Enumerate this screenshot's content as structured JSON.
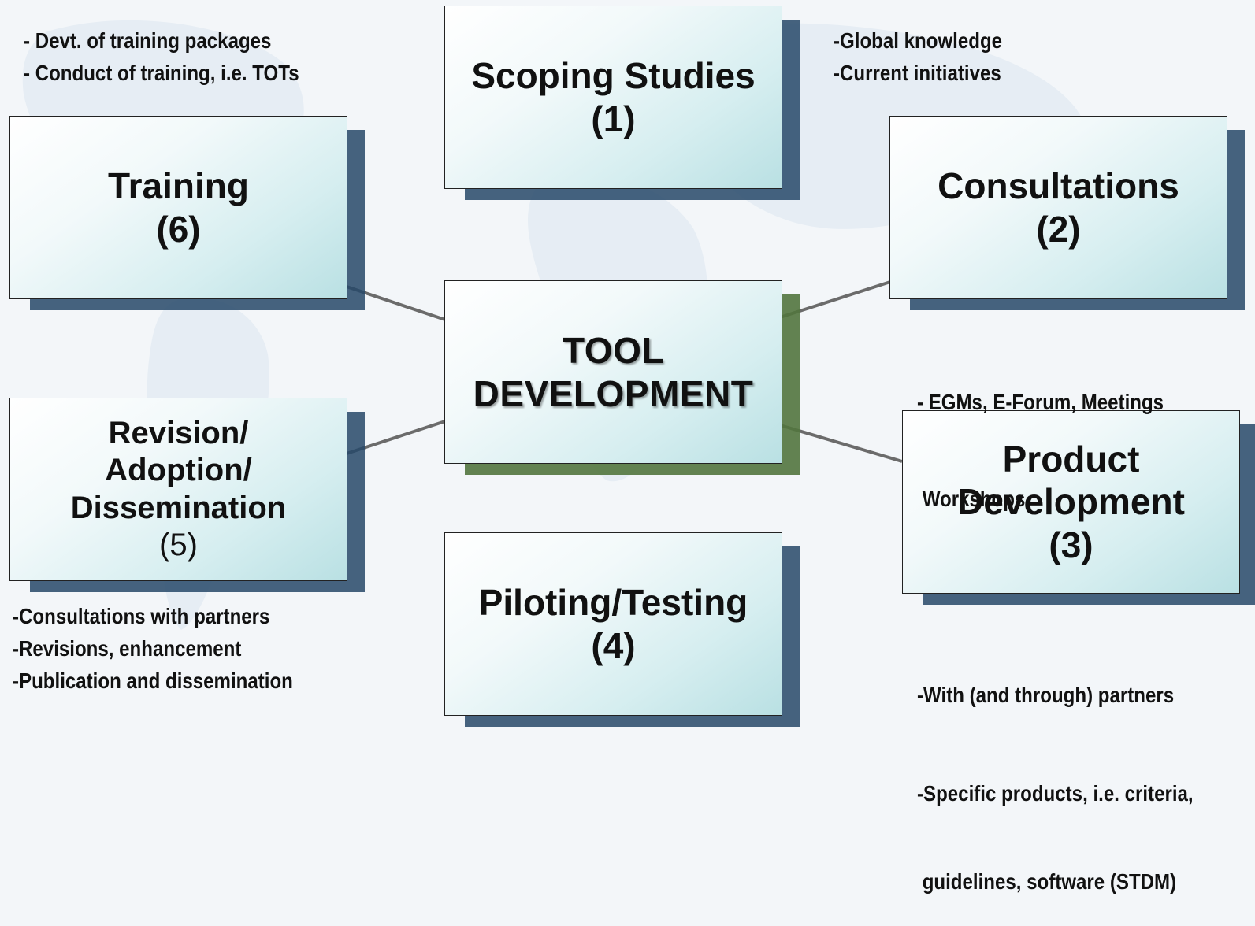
{
  "center": {
    "line1": "TOOL",
    "line2": "DEVELOPMENT"
  },
  "stages": {
    "scoping": {
      "title": "Scoping Studies",
      "number": "(1)"
    },
    "consultations": {
      "title": "Consultations",
      "number": "(2)"
    },
    "product": {
      "title_line1": "Product",
      "title_line2": "Development",
      "number": "(3)"
    },
    "piloting": {
      "title": "Piloting/Testing",
      "number": "(4)"
    },
    "revision": {
      "title_line1": "Revision/",
      "title_line2": "Adoption/",
      "title_line3": "Dissemination",
      "number": "(5)"
    },
    "training": {
      "title": "Training",
      "number": "(6)"
    }
  },
  "notes": {
    "scoping": [
      "-Global knowledge",
      "-Current initiatives"
    ],
    "consultations": [
      "- EGMs, E-Forum, Meetings",
      " Workshops"
    ],
    "product": [
      "-With (and through) partners",
      "-Specific products, i.e. criteria,",
      " guidelines, software (STDM)"
    ],
    "revision": [
      "-Consultations with partners",
      "-Revisions, enhancement",
      "-Publication and dissemination"
    ],
    "training": [
      "- Devt. of training packages",
      "- Conduct of training, i.e. TOTs"
    ]
  }
}
